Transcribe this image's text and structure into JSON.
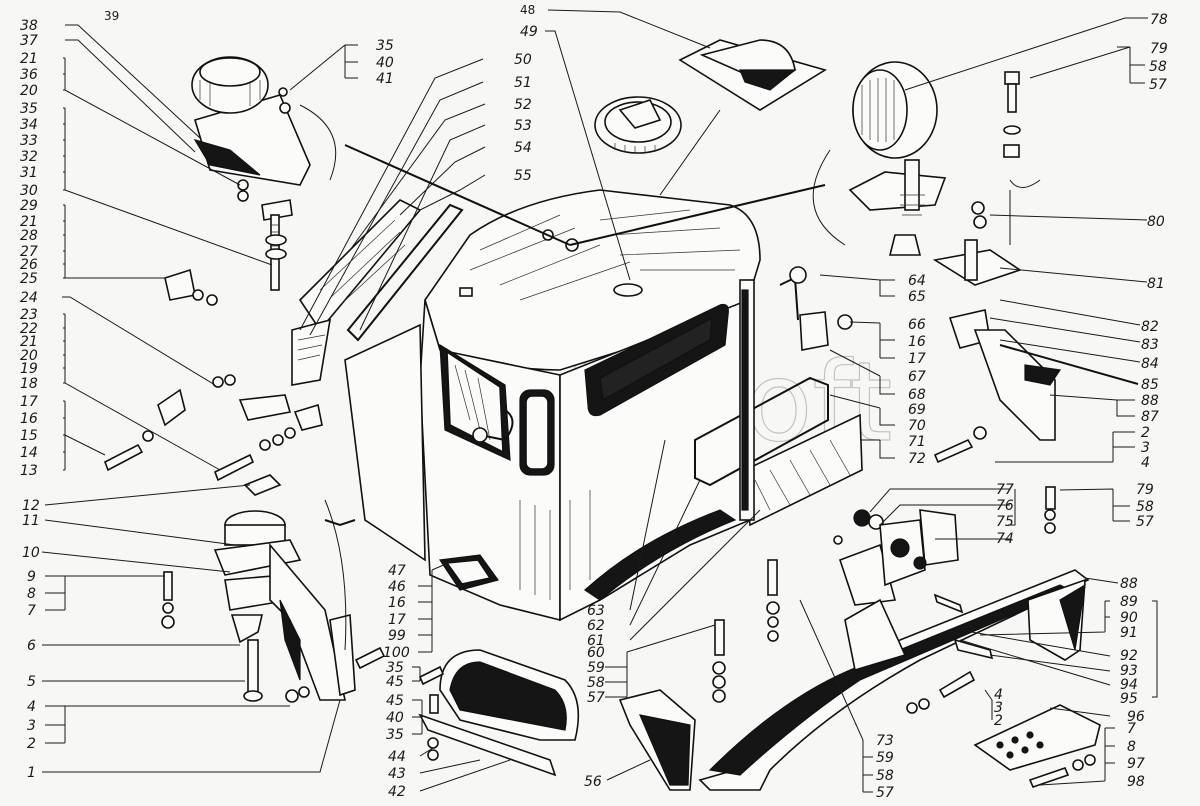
{
  "diagram": {
    "title": "Cab assembly exploded view",
    "watermark": "AutoSoft",
    "callouts": {
      "lamp_top_left": {
        "id": "39"
      },
      "left_column_a": [
        "38",
        "37"
      ],
      "left_group_1": [
        "21",
        "36",
        "20"
      ],
      "left_group_2": [
        "35",
        "34",
        "33",
        "32",
        "31",
        "30"
      ],
      "left_group_3": [
        "29",
        "21",
        "28",
        "27",
        "26",
        "25"
      ],
      "left_single_24": "24",
      "left_group_4": [
        "23",
        "22",
        "21",
        "20",
        "19",
        "18"
      ],
      "left_group_5": [
        "17",
        "16",
        "15",
        "14",
        "13"
      ],
      "left_single_12": "12",
      "left_single_11": "11",
      "left_single_10": "10",
      "left_group_6": [
        "9",
        "8",
        "7"
      ],
      "left_single_6": "6",
      "left_single_5": "5",
      "left_group_7": [
        "4",
        "3",
        "2"
      ],
      "left_single_1": "1",
      "lamp_fasteners": [
        "35",
        "40",
        "41"
      ],
      "window_parts": [
        "50",
        "51",
        "52",
        "53",
        "54",
        "55"
      ],
      "roof_top": [
        "48",
        "49"
      ],
      "headlamp": "78",
      "bolt_top_right": [
        "79",
        "58",
        "57"
      ],
      "right_column": [
        "80",
        "81",
        "82",
        "83",
        "84",
        "85"
      ],
      "right_group_88_87": [
        "88",
        "87"
      ],
      "right_group_234": [
        "2",
        "3",
        "4"
      ],
      "right_group_79b": [
        "79",
        "58",
        "57"
      ],
      "mid_right_groups": [
        [
          "64",
          "65"
        ],
        [
          "66",
          "16",
          "17"
        ],
        [
          "67",
          "68"
        ],
        [
          "69",
          "70"
        ],
        [
          "71",
          "72"
        ]
      ],
      "hinge_group": [
        "77",
        "76",
        "75",
        "74"
      ],
      "bottom_right_list": [
        "88",
        "89",
        "90",
        "91",
        "92",
        "93",
        "94",
        "95",
        "96"
      ],
      "step_group": [
        "7",
        "8",
        "97",
        "98"
      ],
      "step_bolt_group": [
        "4",
        "3",
        "2"
      ],
      "frame_group": [
        "73",
        "59",
        "58",
        "57"
      ],
      "bracket_group_a": [
        "63",
        "62",
        "61"
      ],
      "bracket_group_b": [
        "60",
        "59",
        "58",
        "57"
      ],
      "bracket_label": "56",
      "door_group": [
        "47",
        "46",
        "16",
        "17",
        "99",
        "100"
      ],
      "screw_group_a": [
        "35",
        "45"
      ],
      "screw_group_b": [
        "45",
        "40",
        "35"
      ],
      "plate_group": [
        "44",
        "43",
        "42"
      ]
    }
  }
}
